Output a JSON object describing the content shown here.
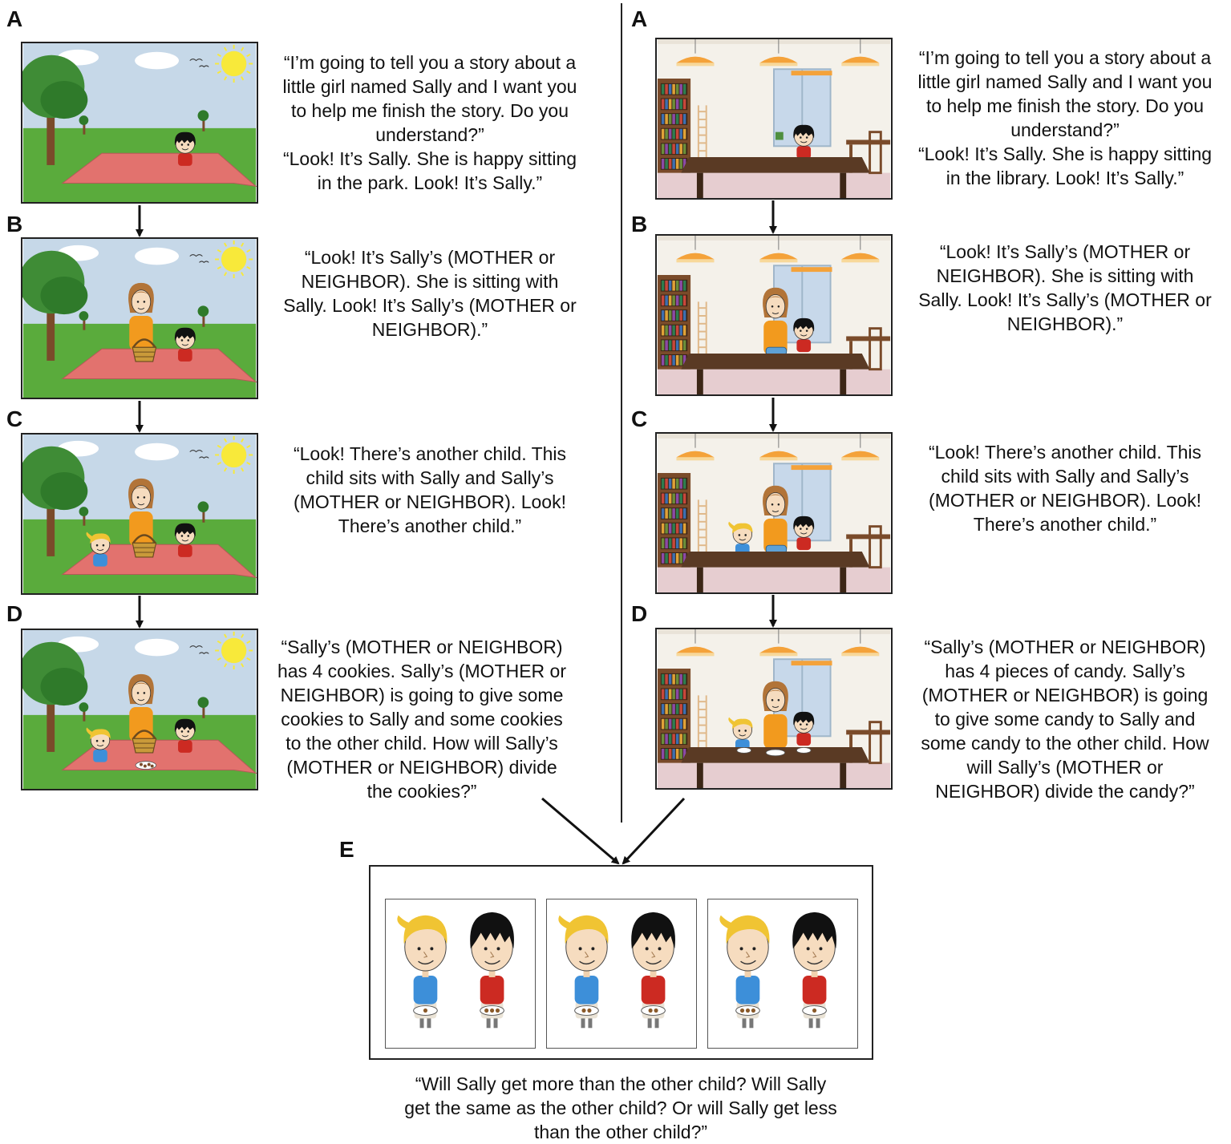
{
  "left_panels": [
    {
      "label": "A",
      "scene": "park",
      "characters": [
        "sally"
      ],
      "caption_lines": [
        "“I’m going to tell you a story about a",
        "little girl named Sally and I want you",
        "to help me finish the story. Do you",
        "understand?”",
        "“Look! It’s Sally. She is happy sitting",
        "in the park. Look! It’s Sally.”"
      ]
    },
    {
      "label": "B",
      "scene": "park",
      "characters": [
        "adult",
        "sally"
      ],
      "caption_lines": [
        "“Look! It’s Sally’s (MOTHER or",
        "NEIGHBOR). She is sitting with",
        "Sally. Look! It’s Sally’s (MOTHER or",
        "NEIGHBOR).”"
      ]
    },
    {
      "label": "C",
      "scene": "park",
      "characters": [
        "other",
        "adult",
        "sally"
      ],
      "caption_lines": [
        "“Look! There’s another child. This",
        "child sits with Sally and Sally’s",
        "(MOTHER or NEIGHBOR). Look!",
        "There’s another child.”"
      ]
    },
    {
      "label": "D",
      "scene": "park",
      "characters": [
        "other",
        "adult",
        "sally",
        "plate"
      ],
      "caption_lines": [
        "“Sally’s (MOTHER or NEIGHBOR)",
        "has 4 cookies. Sally’s (MOTHER or",
        "NEIGHBOR) is going to give some",
        "cookies to Sally and some cookies",
        "to the other child. How will Sally’s",
        "(MOTHER or NEIGHBOR) divide",
        "the cookies?”"
      ]
    }
  ],
  "right_panels": [
    {
      "label": "A",
      "scene": "library",
      "characters": [
        "sally"
      ],
      "caption_lines": [
        "“I’m going to tell you a story about a",
        "little girl named Sally and I want you",
        "to help me finish the story. Do you",
        "understand?”",
        "“Look! It’s Sally. She is happy sitting",
        "in the library. Look! It’s Sally.”"
      ]
    },
    {
      "label": "B",
      "scene": "library",
      "characters": [
        "adult",
        "sally"
      ],
      "caption_lines": [
        "“Look! It’s Sally’s (MOTHER or",
        "NEIGHBOR). She is sitting with",
        "Sally. Look! It’s Sally’s (MOTHER or",
        "NEIGHBOR).”"
      ]
    },
    {
      "label": "C",
      "scene": "library",
      "characters": [
        "other",
        "adult",
        "sally"
      ],
      "caption_lines": [
        "“Look! There’s another child. This",
        "child sits with Sally and Sally’s",
        "(MOTHER or NEIGHBOR). Look!",
        "There’s another child.”"
      ]
    },
    {
      "label": "D",
      "scene": "library",
      "characters": [
        "other",
        "adult",
        "sally",
        "plate"
      ],
      "caption_lines": [
        "“Sally’s (MOTHER or NEIGHBOR)",
        "has 4 pieces of candy. Sally’s",
        "(MOTHER or NEIGHBOR) is going",
        "to give some candy to Sally and",
        "some candy to the other child. How",
        "will Sally’s (MOTHER or",
        "NEIGHBOR) divide the candy?”"
      ]
    }
  ],
  "panel_e": {
    "label": "E",
    "options": [
      {
        "other_child_items": 1,
        "sally_items": 3
      },
      {
        "other_child_items": 2,
        "sally_items": 2
      },
      {
        "other_child_items": 3,
        "sally_items": 1
      }
    ],
    "question_lines": [
      "“Will Sally get more than the other child? Will Sally",
      "get the same as the other child? Or will Sally get less",
      "than the other child?”"
    ]
  },
  "colors": {
    "sky": "#c6d8e8",
    "grass": "#5aab3c",
    "blanket": "#e2726e",
    "sun": "#f8e93a",
    "sally_shirt": "#cc2a22",
    "other_shirt": "#3d8fd9",
    "adult_shirt": "#f29a1e",
    "blonde_hair": "#f0c433",
    "black_hair": "#111111",
    "table": "#5a3a24",
    "lamp": "#f4a23a"
  }
}
